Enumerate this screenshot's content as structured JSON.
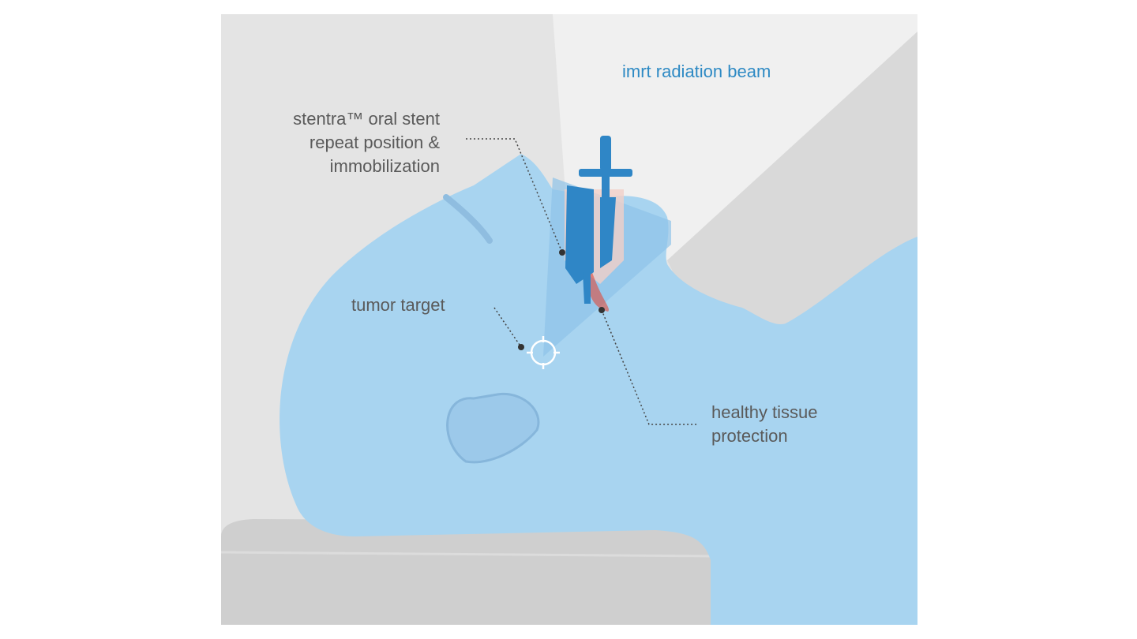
{
  "labels": {
    "beam": "imrt radiation beam",
    "stent_line1": "stentra™ oral stent",
    "stent_line2": "repeat position &",
    "stent_line3": "immobilization",
    "tumor": "tumor target",
    "tissue_line1": "healthy tissue",
    "tissue_line2": "protection"
  },
  "colors": {
    "background": "#e4e4e4",
    "skin": "#a8d4f0",
    "stent": "#2f86c6",
    "beam_text": "#2e8ac4",
    "label_text": "#5a5a5a"
  }
}
